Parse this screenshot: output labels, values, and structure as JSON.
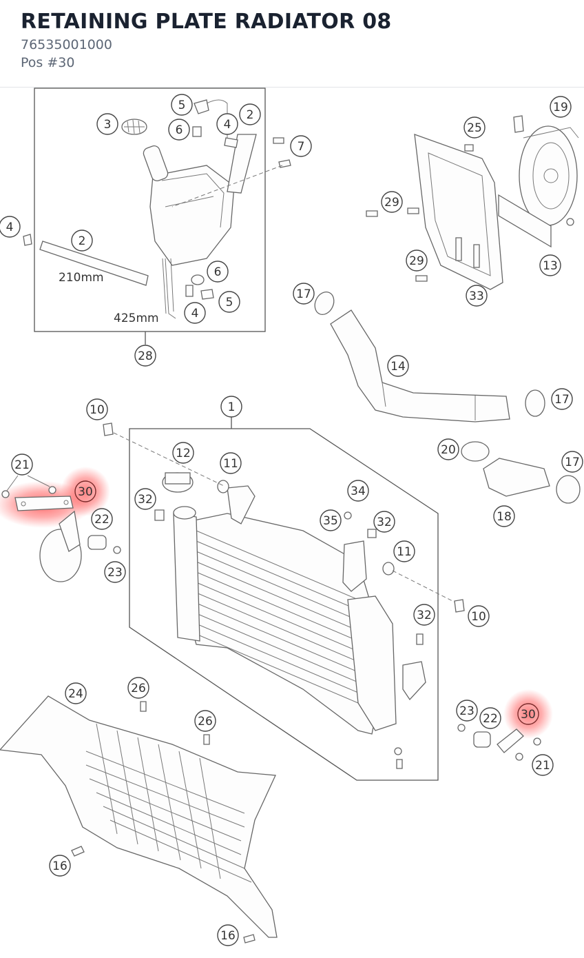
{
  "header": {
    "title": "RETAINING PLATE RADIATOR 08",
    "part_number": "76535001000",
    "position": "Pos #30"
  },
  "diagram": {
    "highlight_position": "30",
    "dimension_labels": {
      "hose_short": "210mm",
      "hose_long": "425mm"
    },
    "callouts": [
      {
        "id": "c-5a",
        "label": "5"
      },
      {
        "id": "c-2a",
        "label": "2"
      },
      {
        "id": "c-3",
        "label": "3"
      },
      {
        "id": "c-6a",
        "label": "6"
      },
      {
        "id": "c-4a",
        "label": "4"
      },
      {
        "id": "c-7",
        "label": "7"
      },
      {
        "id": "c-4b",
        "label": "4"
      },
      {
        "id": "c-2b",
        "label": "2"
      },
      {
        "id": "c-6b",
        "label": "6"
      },
      {
        "id": "c-5b",
        "label": "5"
      },
      {
        "id": "c-4c",
        "label": "4"
      },
      {
        "id": "c-28",
        "label": "28"
      },
      {
        "id": "c-19",
        "label": "19"
      },
      {
        "id": "c-25",
        "label": "25"
      },
      {
        "id": "c-29a",
        "label": "29"
      },
      {
        "id": "c-29b",
        "label": "29"
      },
      {
        "id": "c-13",
        "label": "13"
      },
      {
        "id": "c-33",
        "label": "33"
      },
      {
        "id": "c-17a",
        "label": "17"
      },
      {
        "id": "c-14",
        "label": "14"
      },
      {
        "id": "c-17b",
        "label": "17"
      },
      {
        "id": "c-1",
        "label": "1"
      },
      {
        "id": "c-10a",
        "label": "10"
      },
      {
        "id": "c-12",
        "label": "12"
      },
      {
        "id": "c-11a",
        "label": "11"
      },
      {
        "id": "c-20",
        "label": "20"
      },
      {
        "id": "c-17c",
        "label": "17"
      },
      {
        "id": "c-21a",
        "label": "21"
      },
      {
        "id": "c-30a",
        "label": "30"
      },
      {
        "id": "c-32a",
        "label": "32"
      },
      {
        "id": "c-34",
        "label": "34"
      },
      {
        "id": "c-22a",
        "label": "22"
      },
      {
        "id": "c-35",
        "label": "35"
      },
      {
        "id": "c-32b",
        "label": "32"
      },
      {
        "id": "c-18",
        "label": "18"
      },
      {
        "id": "c-11b",
        "label": "11"
      },
      {
        "id": "c-23a",
        "label": "23"
      },
      {
        "id": "c-10b",
        "label": "10"
      },
      {
        "id": "c-32c",
        "label": "32"
      },
      {
        "id": "c-24",
        "label": "24"
      },
      {
        "id": "c-26a",
        "label": "26"
      },
      {
        "id": "c-26b",
        "label": "26"
      },
      {
        "id": "c-23b",
        "label": "23"
      },
      {
        "id": "c-22b",
        "label": "22"
      },
      {
        "id": "c-30b",
        "label": "30"
      },
      {
        "id": "c-21b",
        "label": "21"
      },
      {
        "id": "c-16a",
        "label": "16"
      },
      {
        "id": "c-16b",
        "label": "16"
      }
    ]
  }
}
